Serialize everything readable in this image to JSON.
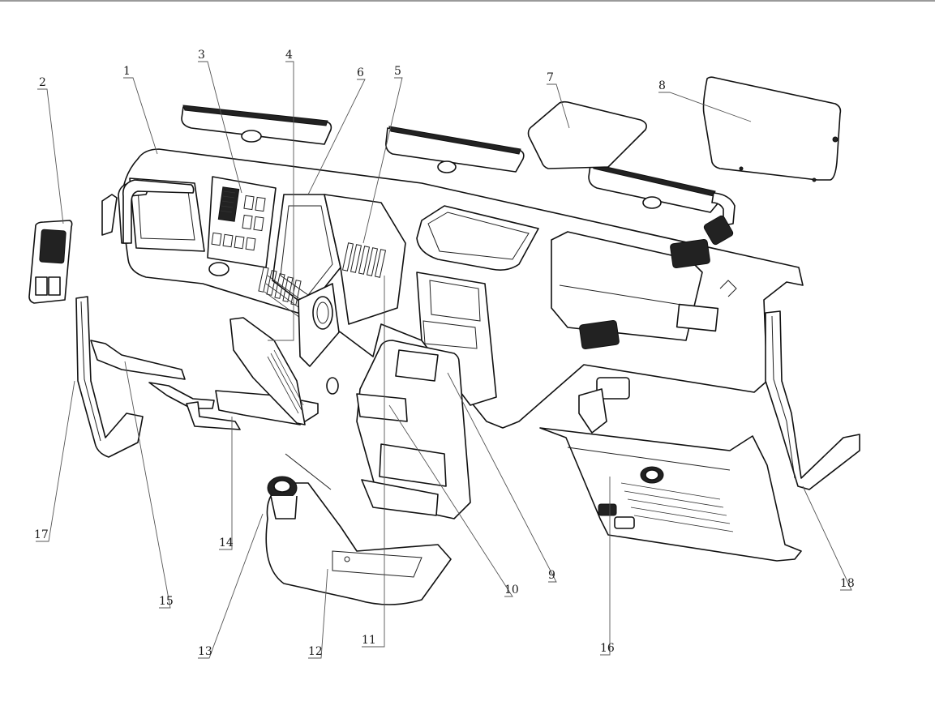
{
  "figure": {
    "type": "exploded-view parts diagram",
    "subject": "vehicle dashboard (instrument panel) assembly"
  },
  "callouts": [
    {
      "id": "1",
      "label": "1"
    },
    {
      "id": "2",
      "label": "2"
    },
    {
      "id": "3",
      "label": "3"
    },
    {
      "id": "4",
      "label": "4"
    },
    {
      "id": "5",
      "label": "5"
    },
    {
      "id": "6",
      "label": "6"
    },
    {
      "id": "7",
      "label": "7"
    },
    {
      "id": "8",
      "label": "8"
    },
    {
      "id": "9",
      "label": "9"
    },
    {
      "id": "10",
      "label": "10"
    },
    {
      "id": "11",
      "label": "11"
    },
    {
      "id": "12",
      "label": "12"
    },
    {
      "id": "13",
      "label": "13"
    },
    {
      "id": "14",
      "label": "14"
    },
    {
      "id": "15",
      "label": "15"
    },
    {
      "id": "16",
      "label": "16"
    },
    {
      "id": "17",
      "label": "17"
    },
    {
      "id": "18",
      "label": "18"
    }
  ],
  "colors": {
    "line": "#111111",
    "leader": "#555555",
    "background": "#ffffff",
    "top_border": "#9a9a9a"
  }
}
